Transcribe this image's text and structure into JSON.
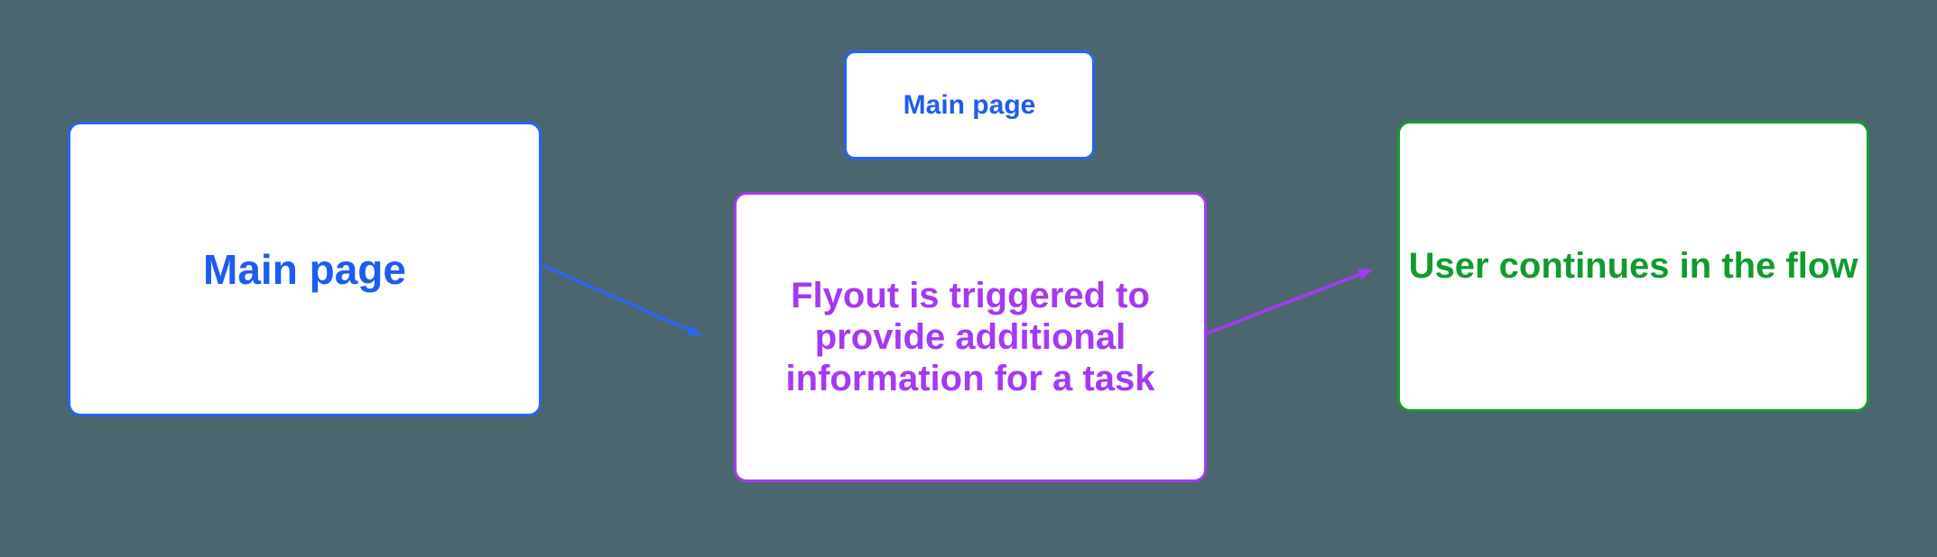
{
  "diagram": {
    "background_color": "#4C6670",
    "node_fill_color": "#FFFFFF",
    "nodes": {
      "main_page": {
        "label": "Main page",
        "text_color": "#1D5CEF",
        "border_color": "#2563FA"
      },
      "main_page_mini": {
        "label": "Main page",
        "text_color": "#1D5CEF",
        "border_color": "#2563FA"
      },
      "flyout": {
        "label": "Flyout is triggered to provide additional information for a task",
        "text_color": "#A538F2",
        "border_color": "#A43BF2"
      },
      "user_continues": {
        "label": "User continues in the flow",
        "text_color": "#119B2D",
        "border_color": "#149C30"
      }
    },
    "connectors": [
      {
        "id": "main-to-flyout",
        "color": "#2E64F2",
        "direction": "down-right"
      },
      {
        "id": "flyout-to-continue",
        "color": "#A43BF5",
        "direction": "up-right"
      }
    ]
  }
}
